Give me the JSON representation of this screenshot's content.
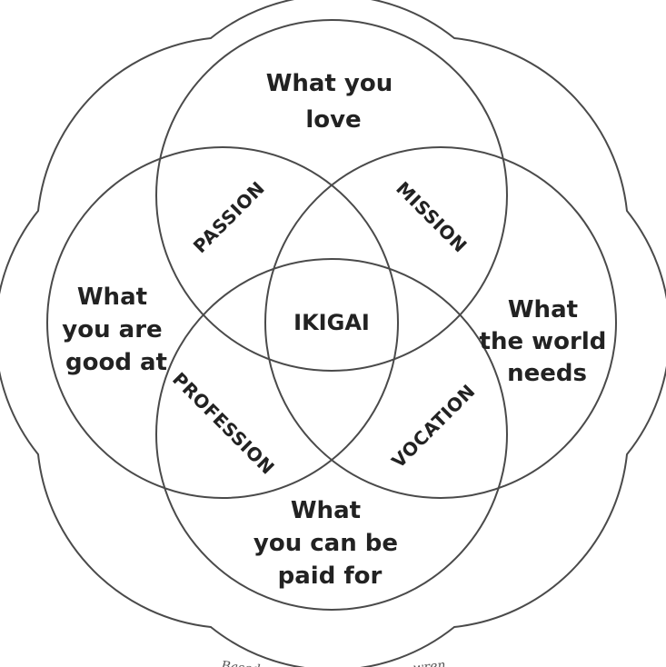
{
  "colors": {
    "stroke": "#4a4a4a",
    "text": "#222222",
    "background": "#ffffff"
  },
  "circles": {
    "love": [
      "What you",
      "love"
    ],
    "good_at": [
      "What",
      "you are",
      "good at"
    ],
    "world_needs": [
      "What",
      "the world",
      "needs"
    ],
    "paid_for": [
      "What",
      "you can be",
      "paid for"
    ]
  },
  "overlaps": {
    "passion": "PASSION",
    "mission": "MISSION",
    "profession": "PROFESSION",
    "vocation": "VOCATION"
  },
  "center": {
    "label": "IKIGAI"
  },
  "caption": {
    "left": "Based",
    "right": "wren"
  }
}
